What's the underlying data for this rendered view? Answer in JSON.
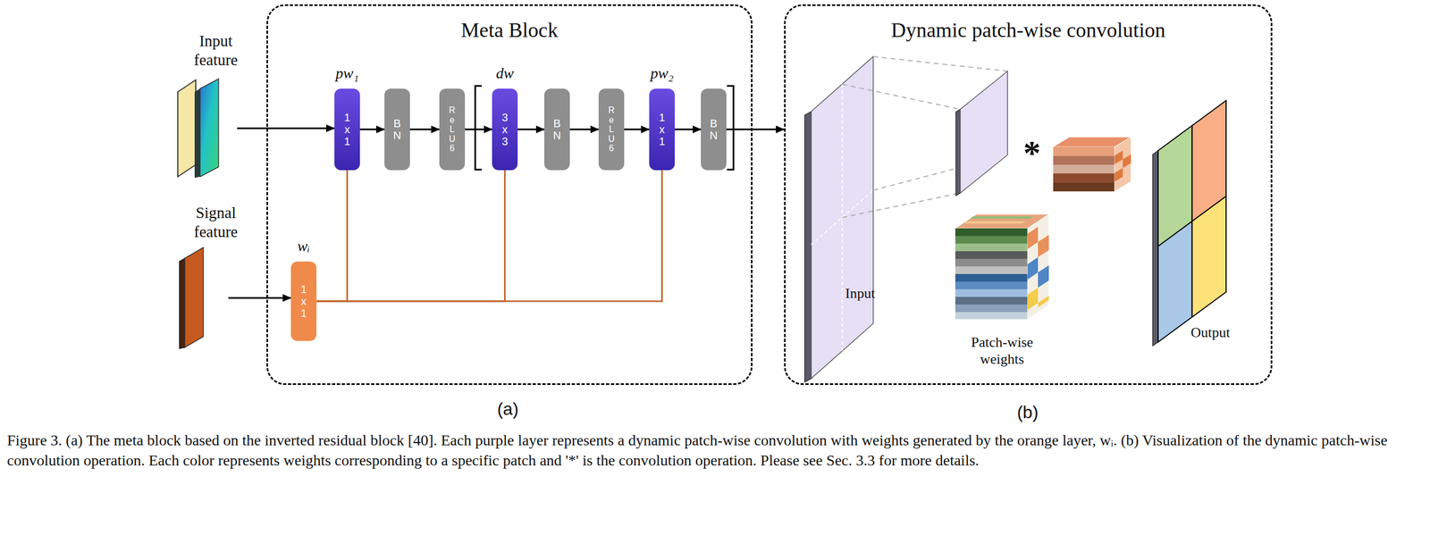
{
  "diagram": {
    "caption": "Figure 3. (a) The meta block based on the inverted residual block [40]. Each purple layer represents a dynamic patch-wise convolution with weights generated by the orange layer, wᵢ. (b) Visualization of the dynamic patch-wise convolution operation. Each color represents weights corresponding to a specific patch and '*' is the convolution operation. Please see Sec. 3.3 for more details.",
    "nodes": [
      {
        "text": [
          "Meta Block"
        ]
      },
      {
        "text": [
          "Dynamic patch-wise convolution"
        ]
      },
      {
        "text": [
          "Input feature"
        ]
      },
      {
        "text": [
          "Signal feature"
        ]
      },
      {
        "text": [
          "pw₁",
          "1x1"
        ],
        "in": 0
      },
      {
        "text": [
          "BN"
        ],
        "in": 0
      },
      {
        "text": [
          "ReLU6"
        ],
        "in": 0
      },
      {
        "text": [
          "dw",
          "3x3"
        ],
        "in": 0
      },
      {
        "text": [
          "BN"
        ],
        "in": 0
      },
      {
        "text": [
          "ReLU6"
        ],
        "in": 0
      },
      {
        "text": [
          "pw₂",
          "1x1"
        ],
        "in": 0
      },
      {
        "text": [
          "BN"
        ],
        "in": 0
      },
      {
        "text": [
          "wᵢ",
          "1x1"
        ],
        "in": 0
      }
    ],
    "edges": [
      {
        "from": 2,
        "to": 4,
        "arrow": "to"
      },
      {
        "from": 4,
        "to": 5,
        "arrow": "to"
      },
      {
        "from": 5,
        "to": 6,
        "arrow": "to"
      },
      {
        "from": 6,
        "to": 7,
        "arrow": "to"
      },
      {
        "from": 7,
        "to": 8,
        "arrow": "to"
      },
      {
        "from": 8,
        "to": 9,
        "arrow": "to"
      },
      {
        "from": 9,
        "to": 10,
        "arrow": "to"
      },
      {
        "from": 10,
        "to": 11,
        "arrow": "to"
      },
      {
        "from": 11,
        "to": 1,
        "arrow": "to"
      },
      {
        "from": 3,
        "to": 12,
        "arrow": "to"
      },
      {
        "from": 12,
        "to": 4,
        "arrow": "none"
      },
      {
        "from": 12,
        "to": 7,
        "arrow": "none"
      },
      {
        "from": 12,
        "to": 10,
        "arrow": "none"
      }
    ],
    "labels": [
      "Input",
      "Patch-wise weights",
      "Output",
      "*",
      "(a)",
      "(b)"
    ]
  }
}
